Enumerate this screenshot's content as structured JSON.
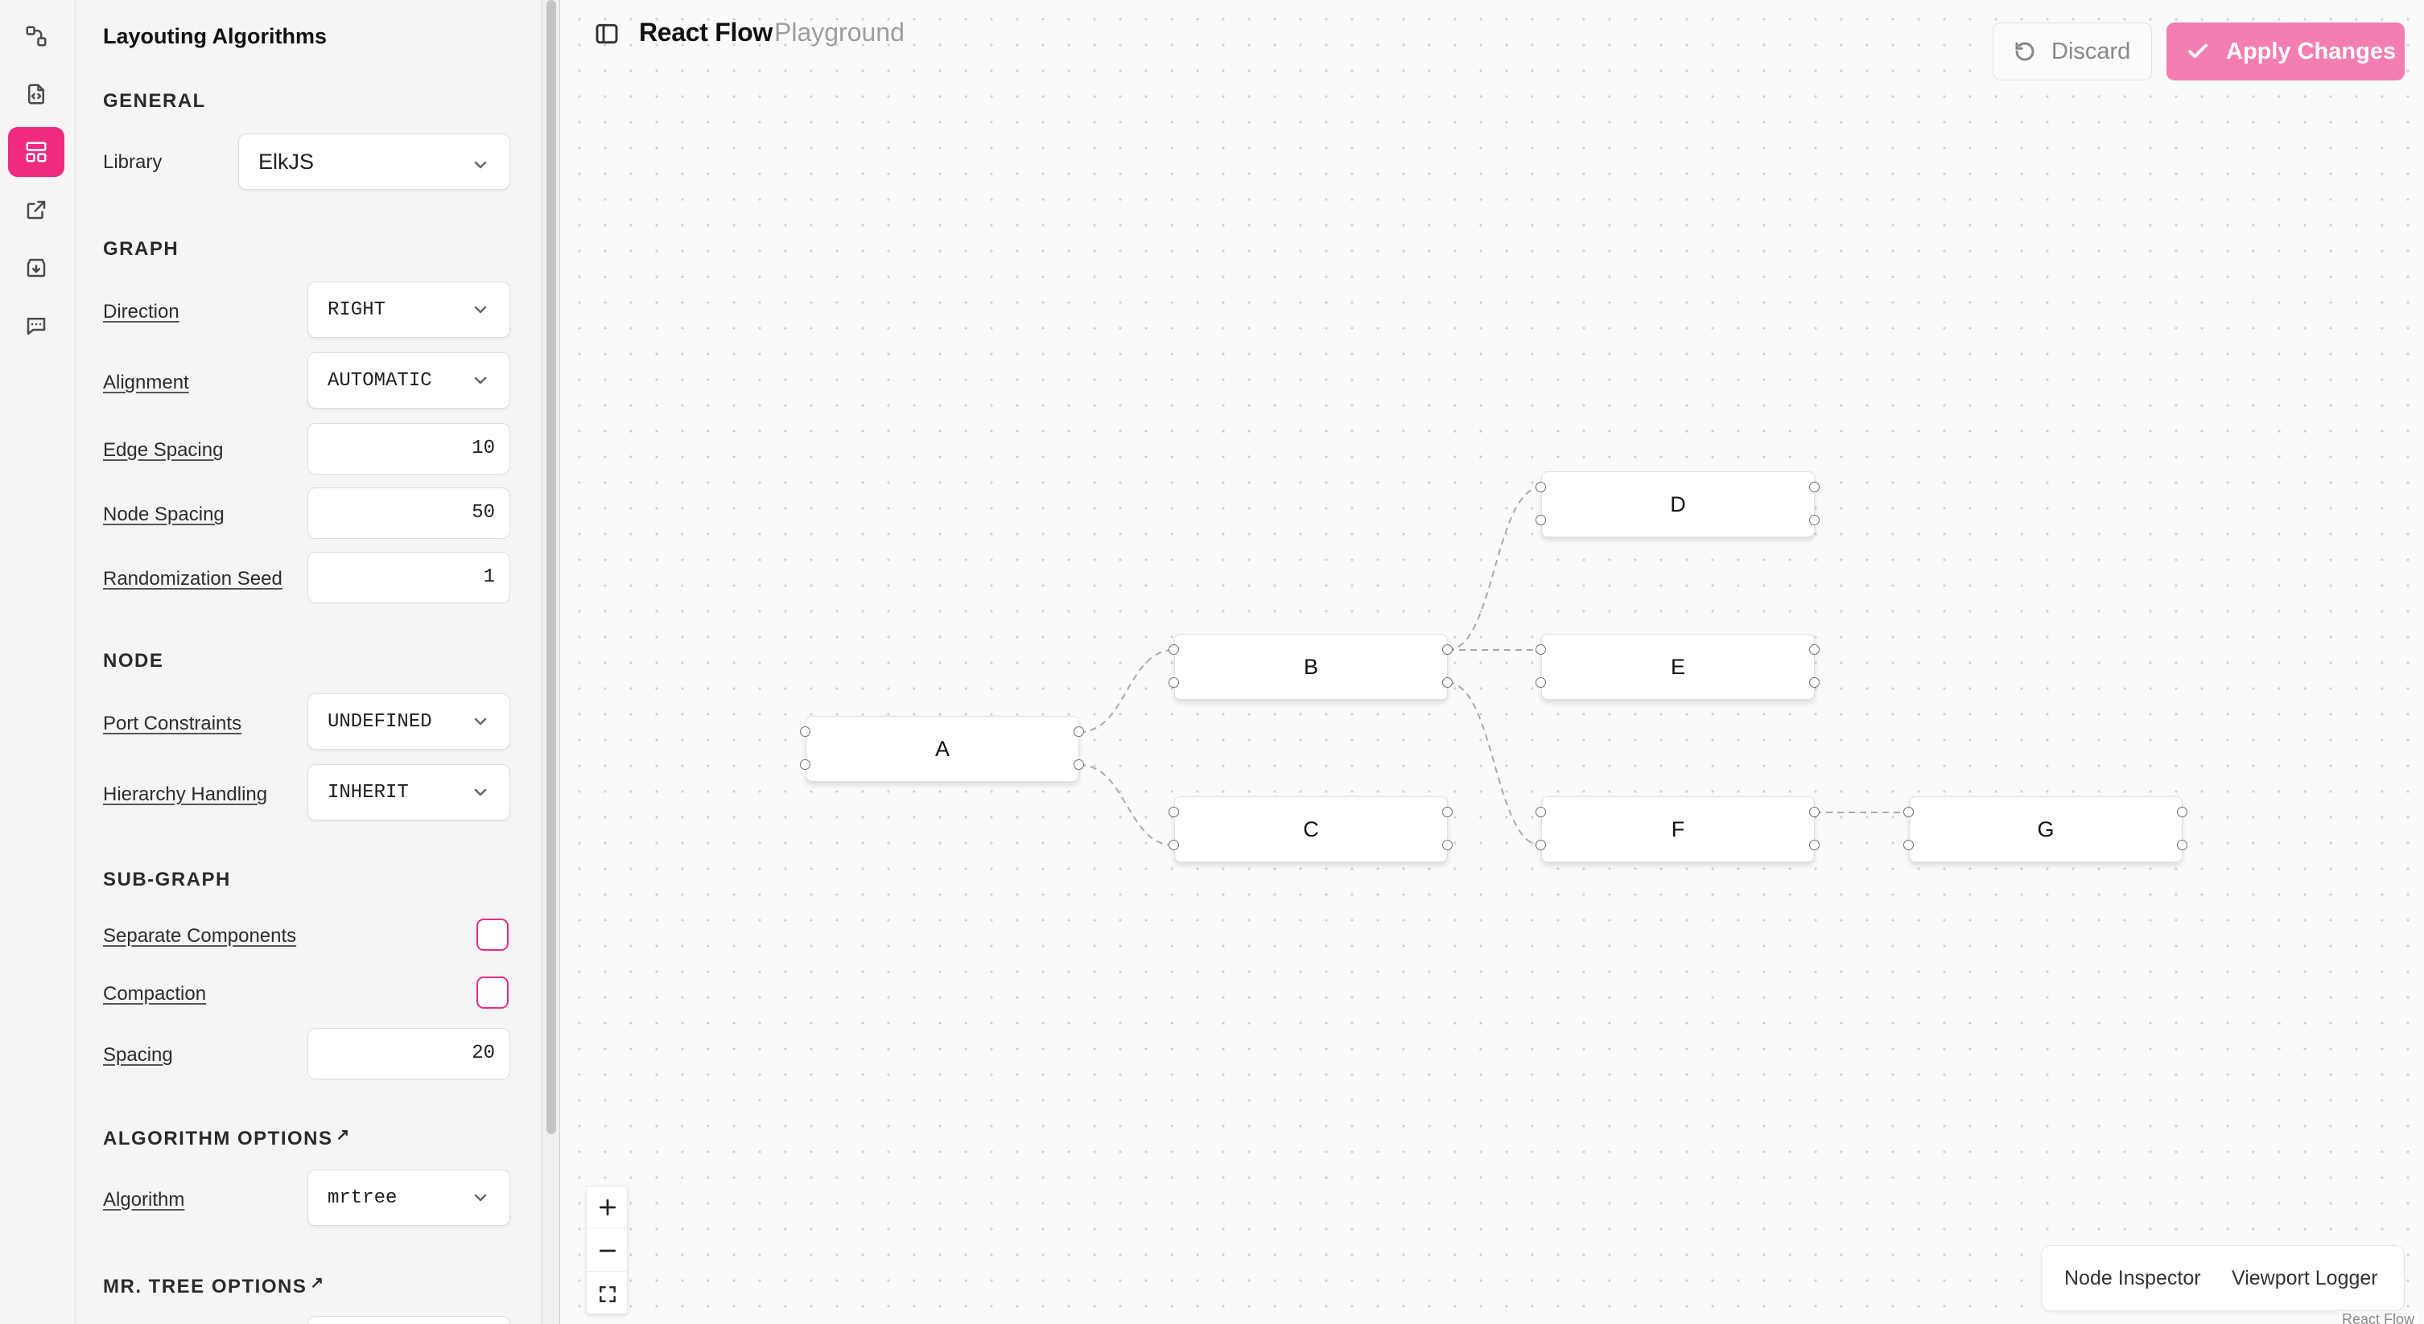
{
  "rail": {
    "items": [
      {
        "icon": "graph-nodes-icon",
        "active": false
      },
      {
        "icon": "code-file-icon",
        "active": false
      },
      {
        "icon": "layout-icon",
        "active": true
      },
      {
        "icon": "external-link-icon",
        "active": false
      },
      {
        "icon": "download-icon",
        "active": false
      },
      {
        "icon": "comment-icon",
        "active": false
      }
    ]
  },
  "panel": {
    "title": "Layouting Algorithms",
    "general": {
      "heading": "GENERAL",
      "library_label": "Library",
      "library_value": "ElkJS"
    },
    "graph": {
      "heading": "GRAPH",
      "direction_label": "Direction",
      "direction_value": "RIGHT",
      "alignment_label": "Alignment",
      "alignment_value": "AUTOMATIC",
      "edge_spacing_label": "Edge Spacing",
      "edge_spacing_value": "10",
      "node_spacing_label": "Node Spacing",
      "node_spacing_value": "50",
      "seed_label": "Randomization Seed",
      "seed_value": "1"
    },
    "node": {
      "heading": "NODE",
      "port_label": "Port Constraints",
      "port_value": "UNDEFINED",
      "hierarchy_label": "Hierarchy Handling",
      "hierarchy_value": "INHERIT"
    },
    "subgraph": {
      "heading": "SUB-GRAPH",
      "separate_label": "Separate Components",
      "separate_checked": false,
      "compaction_label": "Compaction",
      "compaction_checked": false,
      "spacing_label": "Spacing",
      "spacing_value": "20"
    },
    "algorithm": {
      "heading": "ALGORITHM OPTIONS",
      "arrow": "↗",
      "algorithm_label": "Algorithm",
      "algorithm_value": "mrtree"
    },
    "mrtree": {
      "heading": "MR. TREE OPTIONS",
      "arrow": "↗"
    }
  },
  "header": {
    "brand": "React Flow",
    "sub": "Playground"
  },
  "actions": {
    "discard": "Discard",
    "apply": "Apply Changes",
    "apply_color": "#f47eb1",
    "accent_color": "#ee2b7e"
  },
  "nodes": [
    {
      "id": "A",
      "label": "A"
    },
    {
      "id": "B",
      "label": "B"
    },
    {
      "id": "C",
      "label": "C"
    },
    {
      "id": "D",
      "label": "D"
    },
    {
      "id": "E",
      "label": "E"
    },
    {
      "id": "F",
      "label": "F"
    },
    {
      "id": "G",
      "label": "G"
    }
  ],
  "edges": [
    {
      "source": "A",
      "target": "B"
    },
    {
      "source": "A",
      "target": "C"
    },
    {
      "source": "B",
      "target": "D"
    },
    {
      "source": "B",
      "target": "E"
    },
    {
      "source": "B",
      "target": "F"
    },
    {
      "source": "F",
      "target": "G"
    }
  ],
  "zoom_controls": {
    "zoom_in": "zoom-in-icon",
    "zoom_out": "zoom-out-icon",
    "fit": "fit-view-icon"
  },
  "devtools": {
    "node_inspector": "Node Inspector",
    "viewport_logger": "Viewport Logger"
  },
  "attribution": "React Flow"
}
